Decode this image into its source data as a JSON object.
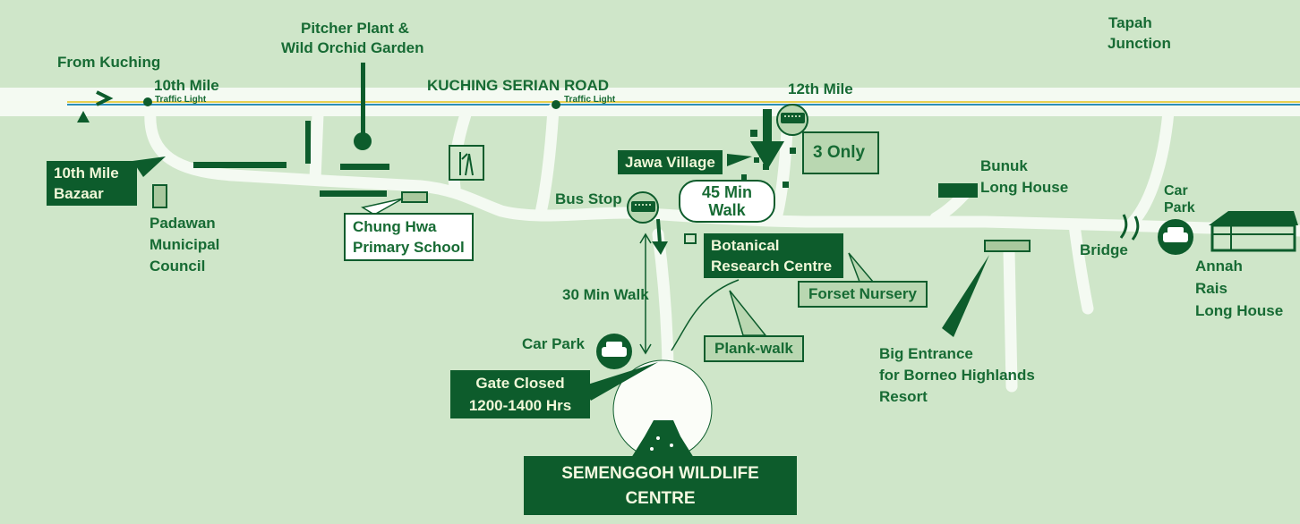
{
  "map": {
    "main_road": "KUCHING SERIAN ROAD",
    "from": "From Kuching",
    "landmarks": {
      "tenth_mile": "10th Mile",
      "traffic_light_1": "Traffic Light",
      "traffic_light_2": "Traffic Light",
      "twelfth_mile": "12th Mile",
      "pitcher_plant_1": "Pitcher Plant &",
      "pitcher_plant_2": "Wild Orchid Garden",
      "tapah_1": "Tapah",
      "tapah_2": "Junction",
      "bazaar_1": "10th Mile",
      "bazaar_2": "Bazaar",
      "padawan_1": "Padawan",
      "padawan_2": "Municipal",
      "padawan_3": "Council",
      "chung_hwa_1": "Chung Hwa",
      "chung_hwa_2": "Primary School",
      "jawa_village": "Jawa Village",
      "three_only": "3 Only",
      "walk_45_1": "45 Min",
      "walk_45_2": "Walk",
      "bus_stop": "Bus Stop",
      "bunuk_1": "Bunuk",
      "bunuk_2": "Long House",
      "car_park_right_1": "Car",
      "car_park_right_2": "Park",
      "bridge": "Bridge",
      "annah_1": "Annah",
      "annah_2": "Rais",
      "annah_3": "Long House",
      "botanical_1": "Botanical",
      "botanical_2": "Research Centre",
      "forset_nursery": "Forset Nursery",
      "walk_30": "30 Min Walk",
      "plank_walk": "Plank-walk",
      "car_park_left": "Car Park",
      "gate_1": "Gate Closed",
      "gate_2": "1200-1400 Hrs",
      "big_entrance_1": "Big Entrance",
      "big_entrance_2": "for Borneo Highlands",
      "big_entrance_3": "Resort",
      "semenggoh_1": "SEMENGGOH WILDLIFE",
      "semenggoh_2": "CENTRE"
    },
    "colors": {
      "background": "#cfe6c9",
      "dark_green": "#0d5c2c",
      "road": "#ffffff",
      "road_line": "#2c8fb8"
    }
  }
}
